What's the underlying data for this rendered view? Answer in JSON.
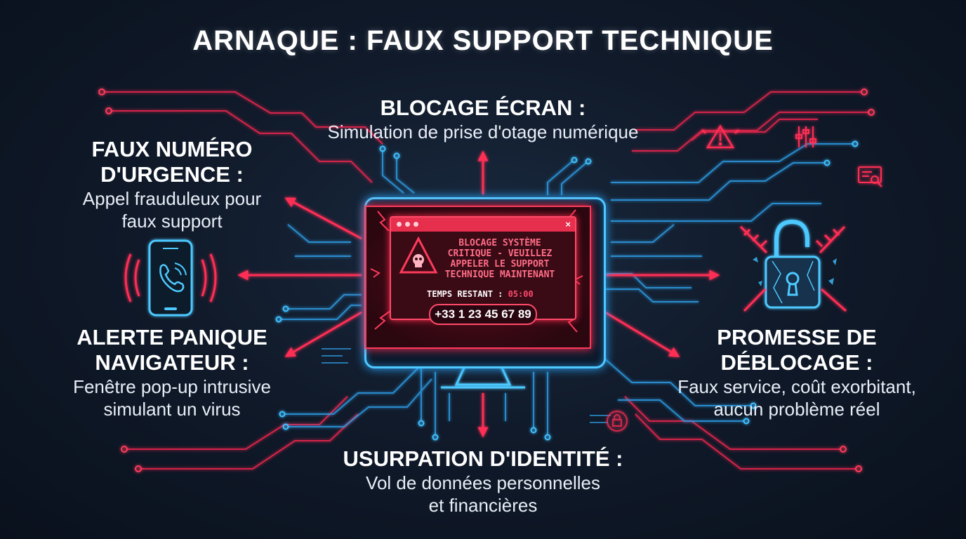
{
  "title": "ARNAQUE : FAUX SUPPORT TECHNIQUE",
  "colors": {
    "accent_red": "#ff2f55",
    "accent_blue": "#3fbfff",
    "background": "#0c1422"
  },
  "nodes": [
    {
      "id": "blocage",
      "heading": [
        "BLOCAGE ÉCRAN :"
      ],
      "description": [
        "Simulation de prise d'otage numérique"
      ]
    },
    {
      "id": "numero",
      "heading": [
        "FAUX NUMÉRO",
        "D'URGENCE :"
      ],
      "description": [
        "Appel frauduleux pour",
        "faux support"
      ]
    },
    {
      "id": "alerte",
      "heading": [
        "ALERTE PANIQUE",
        "NAVIGATEUR :"
      ],
      "description": [
        "Fenêtre pop-up intrusive",
        "simulant un virus"
      ]
    },
    {
      "id": "promesse",
      "heading": [
        "PROMESSE DE",
        "DÉBLOCAGE :"
      ],
      "description": [
        "Faux service, coût exorbitant,",
        "aucun problème réel"
      ]
    },
    {
      "id": "usurpation",
      "heading": [
        "USURPATION D'IDENTITÉ :"
      ],
      "description": [
        "Vol de données personnelles",
        "et financières"
      ]
    }
  ],
  "screen": {
    "alert_lines": [
      "BLOCAGE SYSTÈME",
      "CRITIQUE - VEUILLEZ",
      "APPELER LE SUPPORT",
      "TECHNIQUE MAINTENANT"
    ],
    "timer_label": "TEMPS RESTANT :",
    "timer_value": "05:00",
    "phone_number": "+33 1 23 45 67 89",
    "close_symbol": "×"
  },
  "icons": [
    "phone-ringing-icon",
    "broken-padlock-icon",
    "warning-triangle-icon",
    "skull-warning-icon",
    "sliders-icon",
    "search-document-icon",
    "lock-circle-icon"
  ]
}
